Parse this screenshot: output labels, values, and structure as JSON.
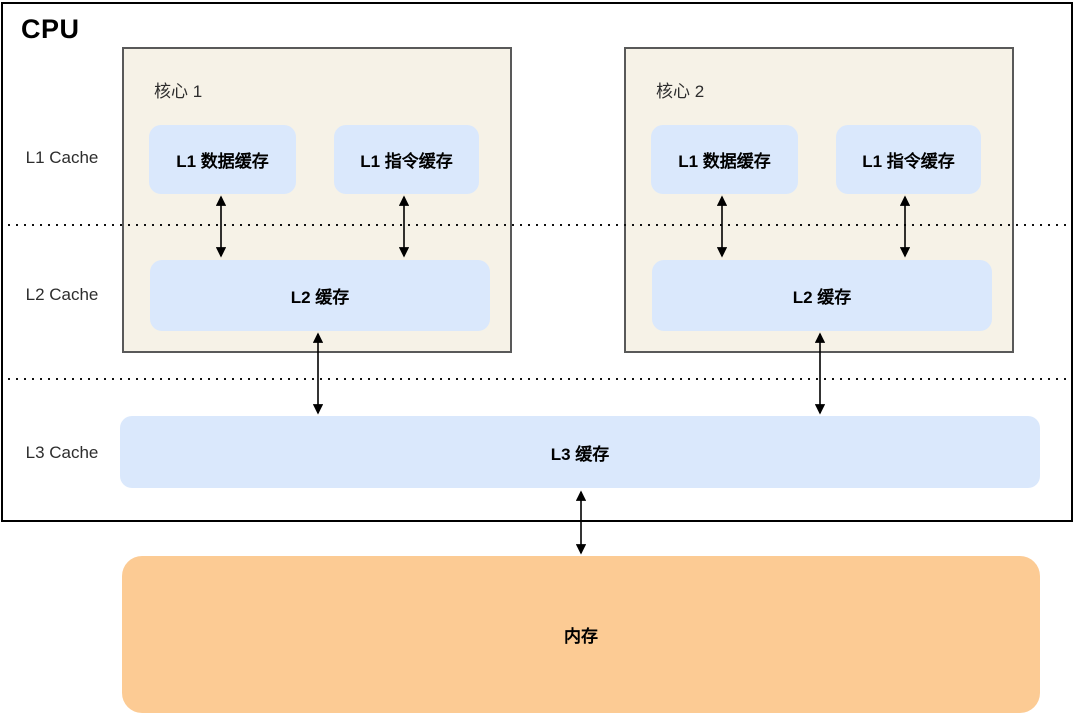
{
  "cpu": {
    "title": "CPU"
  },
  "row_labels": [
    {
      "label": "L1 Cache"
    },
    {
      "label": "L2 Cache"
    },
    {
      "label": "L3 Cache"
    }
  ],
  "cores": [
    {
      "name": "核心 1",
      "l1_data": "L1 数据缓存",
      "l1_instr": "L1 指令缓存",
      "l2": "L2 缓存"
    },
    {
      "name": "核心 2",
      "l1_data": "L1 数据缓存",
      "l1_instr": "L1 指令缓存",
      "l2": "L2 缓存"
    }
  ],
  "l3": {
    "label": "L3 缓存"
  },
  "memory": {
    "label": "内存"
  },
  "icons": {
    "double_arrow": "double-headed-arrow"
  },
  "colors": {
    "cache_fill": "#DAE8FC",
    "core_fill": "#F6F2E7",
    "core_border": "#595959",
    "memory_fill": "#FCCB94",
    "cpu_border": "#000000",
    "arrow": "#000000",
    "dotted_line": "#111111",
    "label_text": "#2d2d2d"
  }
}
